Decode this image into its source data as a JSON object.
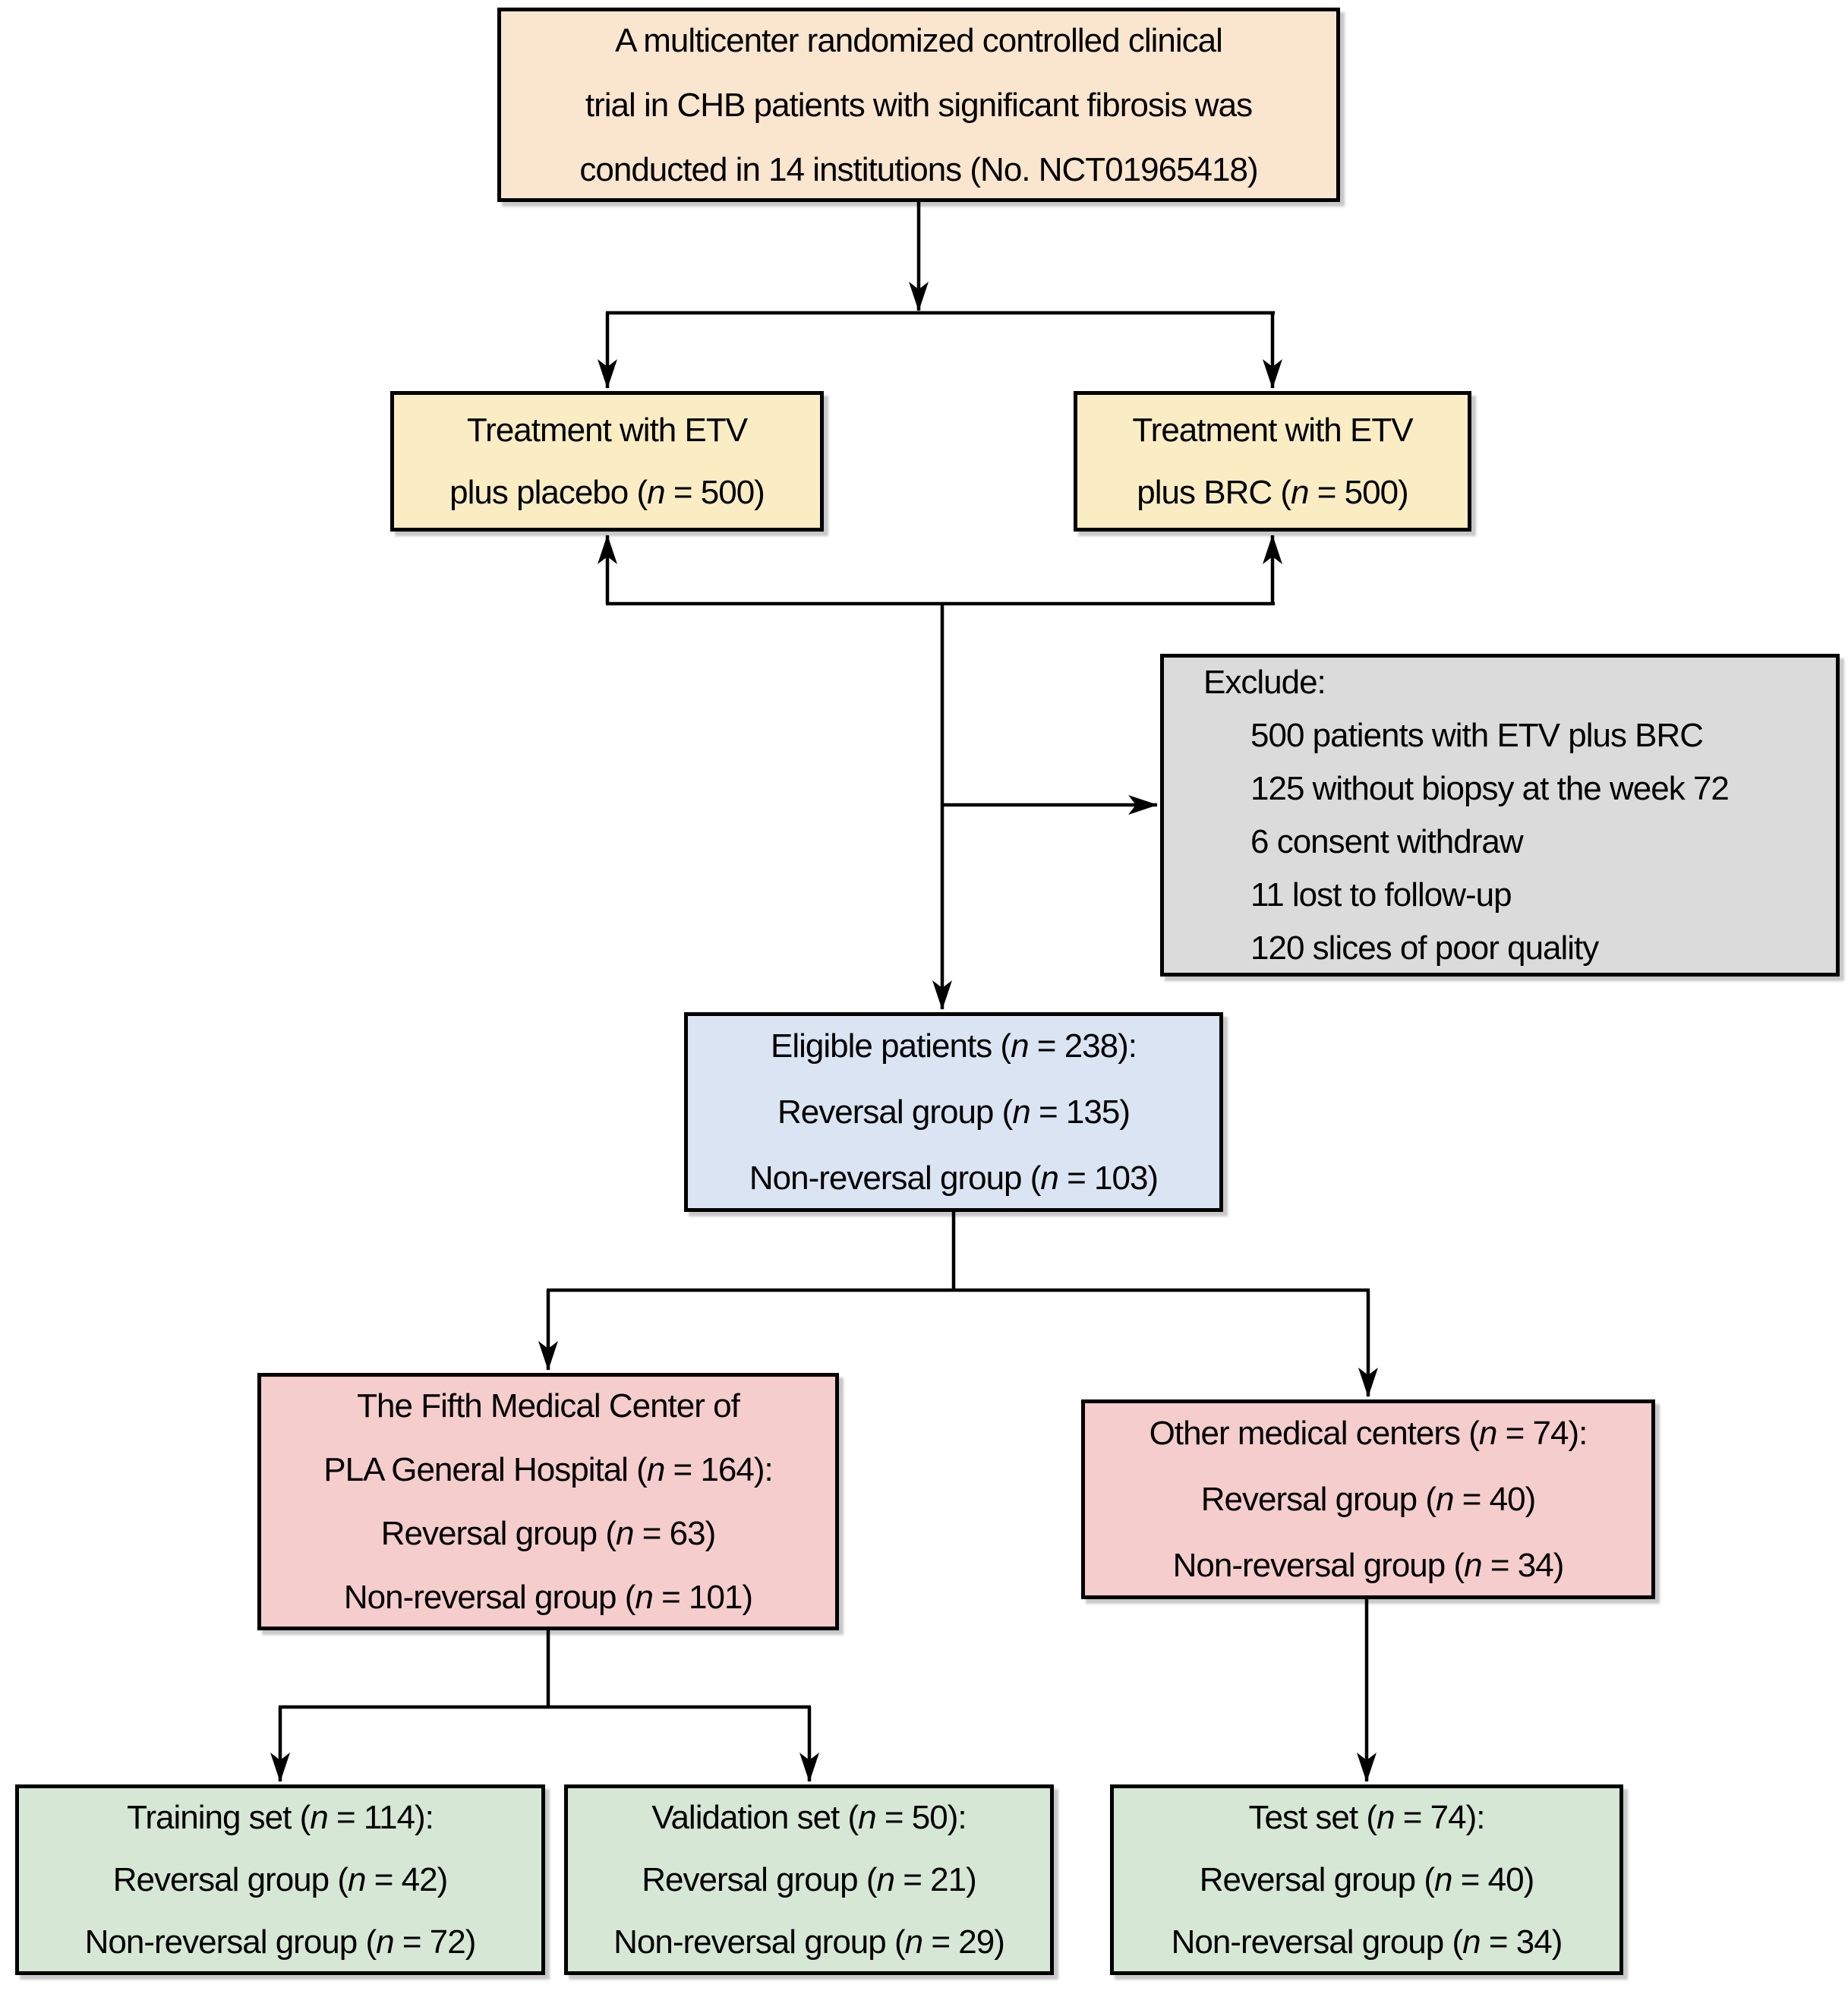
{
  "colors": {
    "peach": "#FAE6CE",
    "cream": "#FAEDC4",
    "gray": "#DBDBDB",
    "blue": "#DAE4F3",
    "pink": "#F4CDCC",
    "green": "#D6E7D5",
    "line": "#000000"
  },
  "boxes": {
    "trial": {
      "lines": [
        "A multicenter randomized controlled clinical",
        "trial in CHB patients with significant fibrosis was",
        "conducted in 14 institutions (No. NCT01965418)"
      ]
    },
    "treatment_placebo": {
      "lines": [
        "Treatment with ETV",
        "plus placebo (n = 500)"
      ]
    },
    "treatment_brc": {
      "lines": [
        "Treatment with ETV",
        "plus BRC (n = 500)"
      ]
    },
    "exclude": {
      "title": "Exclude:",
      "items": [
        "500 patients with ETV plus BRC",
        "125 without biopsy at the week 72",
        "6 consent withdraw",
        "11 lost to follow-up",
        "120 slices of poor quality"
      ]
    },
    "eligible": {
      "lines": [
        "Eligible patients (n = 238):",
        "Reversal group (n = 135)",
        "Non-reversal group (n = 103)"
      ]
    },
    "fifth_center": {
      "lines": [
        "The Fifth Medical Center of",
        "PLA General Hospital (n = 164):",
        "Reversal group (n = 63)",
        "Non-reversal group (n = 101)"
      ]
    },
    "other_centers": {
      "lines": [
        "Other medical centers (n = 74):",
        "Reversal group (n = 40)",
        "Non-reversal group (n = 34)"
      ]
    },
    "training": {
      "lines": [
        "Training set (n = 114):",
        "Reversal group (n = 42)",
        "Non-reversal group (n = 72)"
      ]
    },
    "validation": {
      "lines": [
        "Validation set (n = 50):",
        "Reversal group (n = 21)",
        "Non-reversal group (n = 29)"
      ]
    },
    "test": {
      "lines": [
        "Test set (n = 74):",
        "Reversal group (n = 40)",
        "Non-reversal group (n = 34)"
      ]
    }
  }
}
